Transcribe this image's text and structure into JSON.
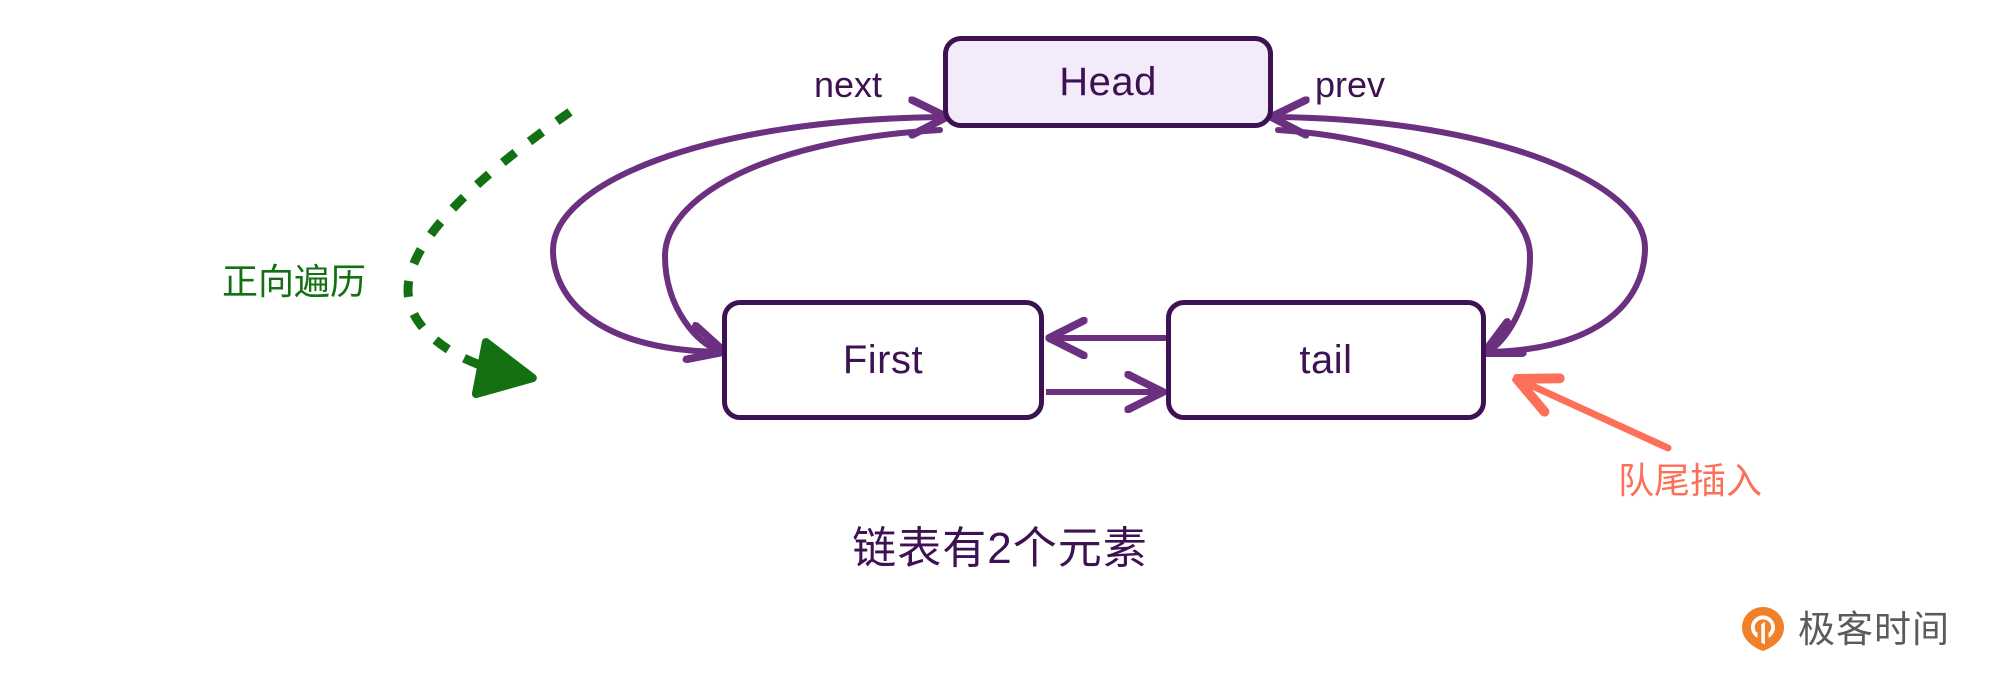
{
  "diagram": {
    "title": "doubly linked list with head sentinel",
    "nodes": [
      {
        "id": "head",
        "label": "Head",
        "fill": "#f3ebf9",
        "stroke": "#3d1152"
      },
      {
        "id": "first",
        "label": "First",
        "fill": "#ffffff",
        "stroke": "#3d1152"
      },
      {
        "id": "tail",
        "label": "tail",
        "fill": "#ffffff",
        "stroke": "#3d1152"
      }
    ],
    "edge_labels": {
      "next": "next",
      "prev": "prev"
    },
    "edges": [
      {
        "from": "first",
        "to": "head",
        "kind": "next"
      },
      {
        "from": "head",
        "to": "first",
        "kind": "next"
      },
      {
        "from": "tail",
        "to": "head",
        "kind": "prev"
      },
      {
        "from": "head",
        "to": "tail",
        "kind": "prev"
      },
      {
        "from": "tail",
        "to": "first",
        "kind": "prev"
      },
      {
        "from": "first",
        "to": "tail",
        "kind": "next"
      }
    ],
    "annotations": {
      "forward_traversal": "正向遍历",
      "tail_insert": "队尾插入"
    },
    "caption": "链表有2个元素",
    "colors": {
      "purple": "#3d1152",
      "edge_purple": "#6b3080",
      "head_fill": "#f3ebf9",
      "green": "#137013",
      "orange": "#fc7059",
      "brand_orange": "#f0802a",
      "brand_text": "#5b5b5b",
      "background": "#ffffff"
    }
  },
  "brand": {
    "name": "极客时间",
    "mark": "geektime-logo-icon"
  }
}
